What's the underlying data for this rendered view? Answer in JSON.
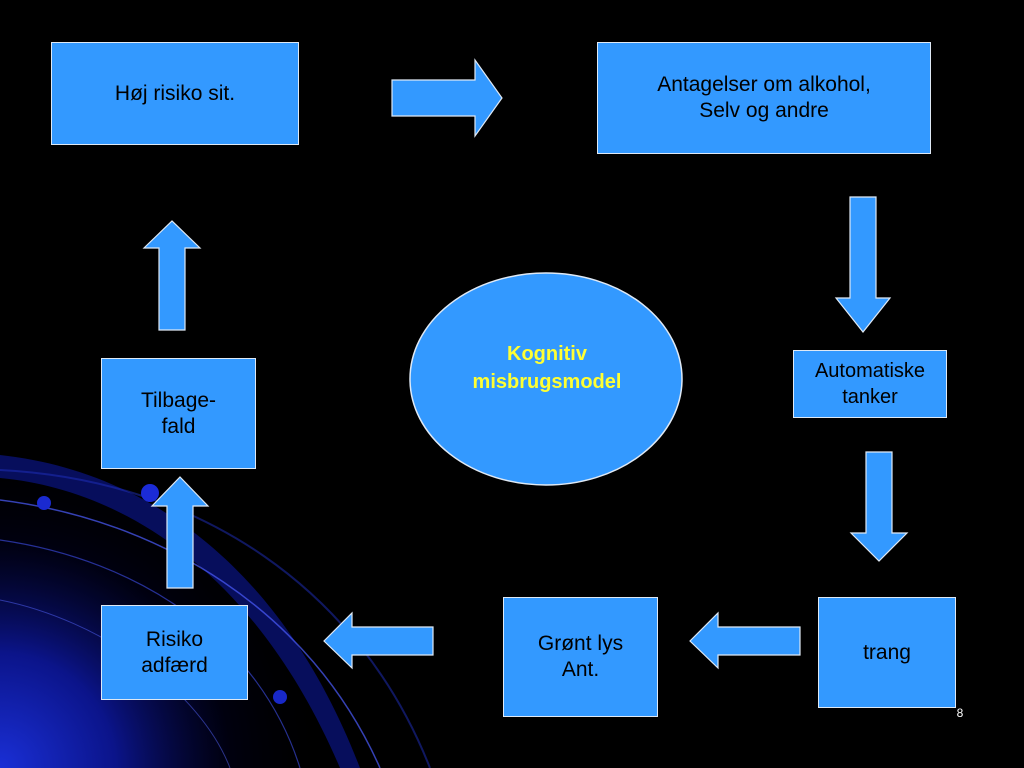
{
  "diagram": {
    "center": {
      "lines": [
        "Kognitiv",
        "misbrugsmodel"
      ]
    },
    "boxes": {
      "hoej_risiko": {
        "lines": [
          "Høj risiko sit."
        ]
      },
      "antagelser": {
        "lines": [
          "Antagelser om alkohol,",
          "Selv og andre"
        ]
      },
      "automatiske": {
        "lines": [
          "Automatiske",
          "tanker"
        ]
      },
      "trang": {
        "lines": [
          "trang"
        ]
      },
      "groent_lys": {
        "lines": [
          "Grønt lys",
          "Ant."
        ]
      },
      "risiko_adfaerd": {
        "lines": [
          "Risiko",
          "adfærd"
        ]
      },
      "tilbagefald": {
        "lines": [
          "Tilbage-",
          "fald"
        ]
      }
    }
  },
  "page_number": "8",
  "colors": {
    "box_fill": "#3399ff",
    "box_border": "#dfe9f5",
    "center_text": "#ffff33",
    "background": "#000000"
  }
}
